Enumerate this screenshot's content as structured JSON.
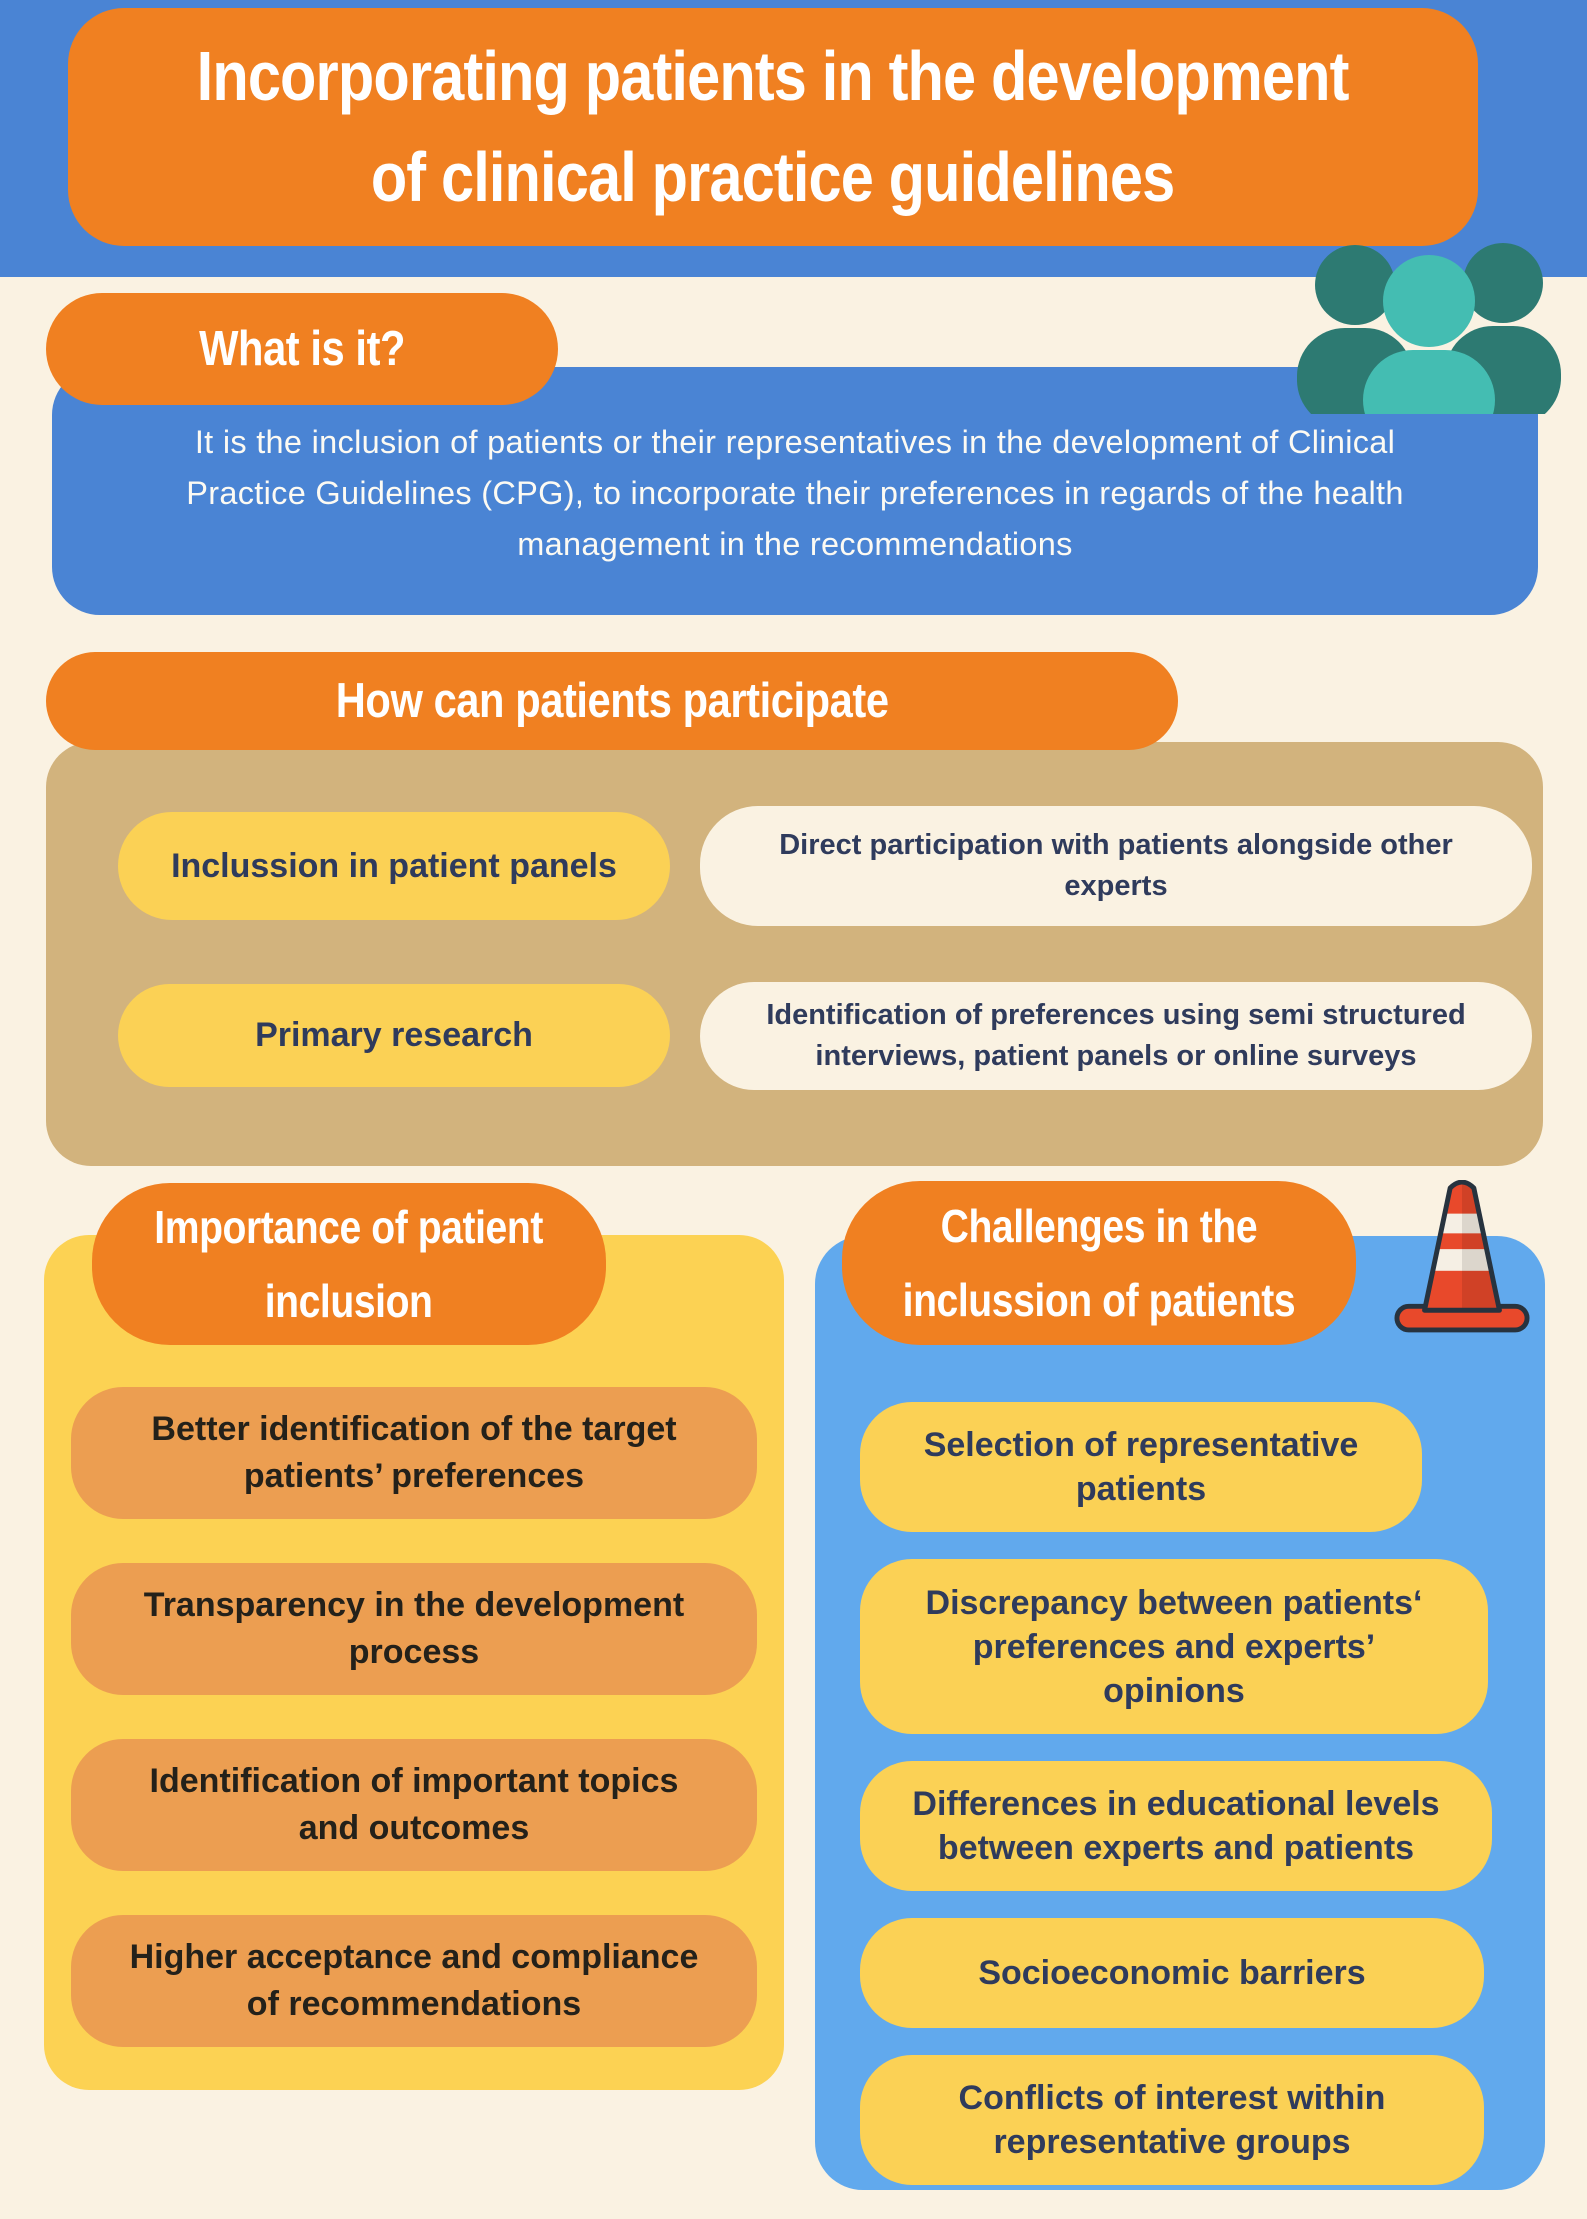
{
  "title": {
    "text": "Incorporating patients in the development\nof clinical practice guidelines"
  },
  "what_is_it": {
    "header": "What is it?",
    "body": "It is the inclusion of patients or their representatives in the development of Clinical\nPractice Guidelines (CPG), to incorporate their preferences in regards of the health\nmanagement in the recommendations"
  },
  "participation": {
    "header": "How can patients participate",
    "rows": [
      {
        "label": "Inclussion in patient panels",
        "description": "Direct participation with patients alongside other\nexperts"
      },
      {
        "label": "Primary research",
        "description": "Identification of preferences using semi structured\ninterviews, patient panels or online surveys"
      }
    ]
  },
  "importance": {
    "header": "Importance of patient\ninclusion",
    "items": [
      "Better identification of the target\npatients’ preferences",
      "Transparency in the development\nprocess",
      "Identification of important topics\nand outcomes",
      "Higher acceptance and compliance\nof recommendations"
    ]
  },
  "challenges": {
    "header": "Challenges in the\ninclussion of patients",
    "items": [
      "Selection of representative\npatients",
      "Discrepancy between patients‘\npreferences and experts’\nopinions",
      "Differences in educational levels\nbetween experts and patients",
      "Socioeconomic barriers",
      "Conflicts of interest within\nrepresentative groups"
    ]
  },
  "icons": {
    "people": "people-group-icon",
    "traffic_cone": "traffic-cone-icon"
  },
  "colors": {
    "background_cream": "#FAF2E2",
    "banner_blue": "#4A84D4",
    "header_orange": "#F08021",
    "tan_card": "#D2B37D",
    "yellow_pill": "#FBD155",
    "yellow_card": "#FCD253",
    "orange_item_pill": "#EC9E51",
    "challenges_blue": "#61A9ED",
    "navy_text": "#2F3B5C",
    "dark_item_text": "#24211A",
    "teal_dark": "#2D7A72",
    "teal_light": "#44BDB2",
    "cone_red": "#E8492B"
  }
}
